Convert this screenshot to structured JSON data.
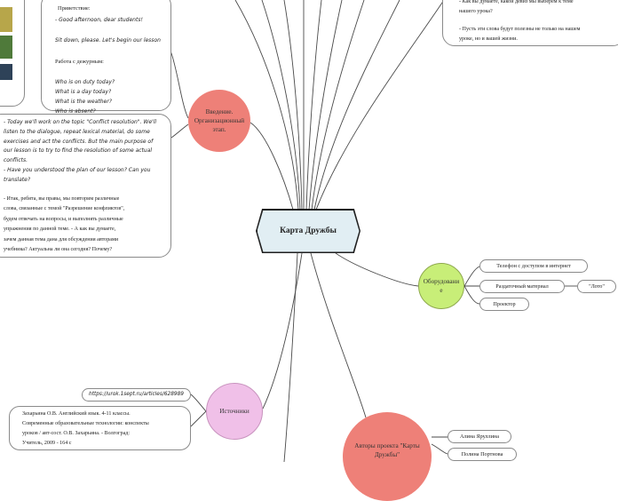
{
  "central": {
    "title": "Карта Дружбы"
  },
  "greeting": {
    "heading": "Приветствие:",
    "line1": "- Good afternoon, dear students!",
    "line2": "Sit down, please. Let's begin our lesson",
    "duty_heading": "Работа с дежурным:",
    "q1": "Who is on duty today?",
    "q2": "What is a day today?",
    "q3": "What is the weather?",
    "q4": "Who is absent?"
  },
  "intro": {
    "node": "Введение. Организационный этап.",
    "en_lines": [
      "- Today we'll work on the topic \"Conflict resolution\". We'll",
      "listen to the dialogue, repeat lexical material, do some",
      "exercises and act the conflicts. But the main purpose of",
      "our lesson is to try to find the resolution of some actual",
      "conflicts.",
      "- Have you understood the plan of our lesson? Can you",
      "translate?"
    ],
    "ru_lines": [
      "- Итак, ребята, вы правы, мы повторим различные",
      "слова, связанные с темой \"Разрешение конфликтов\",",
      "будем отвечать на вопросы, и выполнять различные",
      "упражнения по данной теме. - А как вы думаете,",
      "зачем данная тема дана для обсуждения авторами",
      "учебника? Актуальна ли она сегодня? Почему?"
    ]
  },
  "top_right": {
    "line1": "- Как вы думаете, какой девиз мы выберем к теме",
    "line2": "нашего урока?",
    "line3": "- Пусть эти слова будут полезны не только на нашем",
    "line4": "уроке, но и вашей жизни."
  },
  "equipment": {
    "node": "Оборудование",
    "items": [
      "Телефон с доступом в интернет",
      "Раздаточный материал",
      "Проектор"
    ],
    "sub_item": "\"Лото\""
  },
  "sources": {
    "node": "Источники",
    "url": "https://urok.1sept.ru/articles/628989",
    "book_lines": [
      "Захарьина О.В. Английский язык. 4-11 классы.",
      "Современные образовательные технологии: конспекты",
      "уроков / авт-сост. О.В. Захарьина. - Волгоград:",
      "Учитель, 2009 - 164 с"
    ]
  },
  "authors": {
    "node": "Авторы проекта \"Карты Дружбы\"",
    "names": [
      "Алина Яруллина",
      "Полина Портнова"
    ]
  },
  "colors": {
    "intro_node": "#ee8078",
    "equipment_node": "#c8ee78",
    "sources_node": "#f0c0e8",
    "authors_node": "#ee8078",
    "central_fill": "#e1eef3"
  }
}
